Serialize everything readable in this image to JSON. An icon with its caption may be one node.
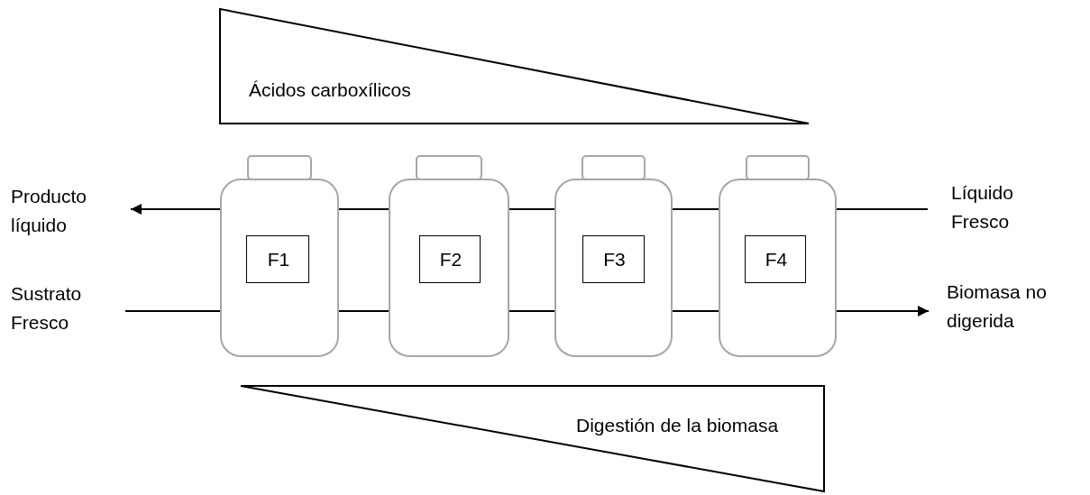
{
  "diagram": {
    "nodes": [
      {
        "text": [
          "Ácidos carboxílicos"
        ]
      },
      {
        "text": [
          "Digestión de la biomasa"
        ]
      },
      {
        "text": [
          "Producto líquido"
        ]
      },
      {
        "text": [
          "Líquido Fresco"
        ]
      },
      {
        "text": [
          "Sustrato Fresco"
        ]
      },
      {
        "text": [
          "Biomasa no digerida"
        ]
      },
      {
        "text": [],
        "shape": "bottle"
      },
      {
        "text": [
          "F1"
        ],
        "in": 6
      },
      {
        "text": [],
        "shape": "bottle"
      },
      {
        "text": [
          "F2"
        ],
        "in": 8
      },
      {
        "text": [],
        "shape": "bottle"
      },
      {
        "text": [
          "F3"
        ],
        "in": 10
      },
      {
        "text": [],
        "shape": "bottle"
      },
      {
        "text": [
          "F4"
        ],
        "in": 12
      }
    ],
    "edges": [
      {
        "from": 3,
        "to": 2,
        "arrow": "to"
      },
      {
        "from": 4,
        "to": 6,
        "arrow": "none"
      },
      {
        "from": 6,
        "to": 8,
        "arrow": "none"
      },
      {
        "from": 8,
        "to": 10,
        "arrow": "none"
      },
      {
        "from": 10,
        "to": 12,
        "arrow": "none"
      },
      {
        "from": 12,
        "to": 5,
        "arrow": "to"
      }
    ]
  }
}
